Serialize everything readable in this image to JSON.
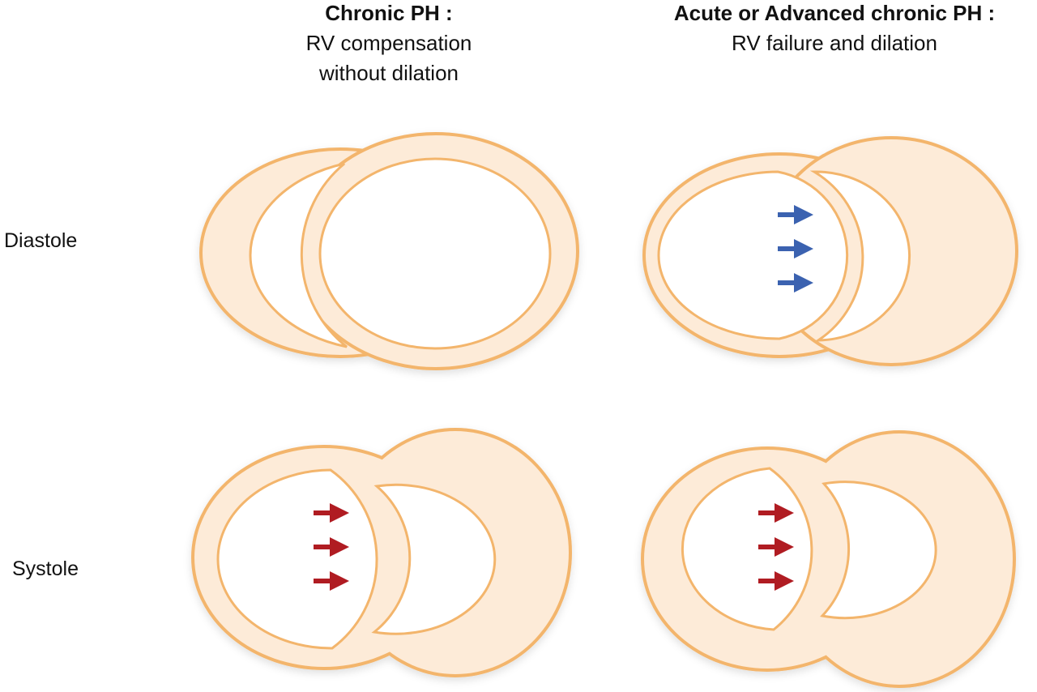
{
  "columns": [
    {
      "heading": "Chronic PH :",
      "subheading_lines": [
        "RV compensation",
        "without dilation"
      ]
    },
    {
      "heading": "Acute or Advanced chronic PH :",
      "subheading_lines": [
        "RV failure and dilation"
      ]
    }
  ],
  "rows": [
    {
      "label": "Diastole"
    },
    {
      "label": "Systole"
    }
  ],
  "colors": {
    "myocardium_fill": "#fdebd8",
    "myocardium_stroke": "#f3b56c",
    "diastole_arrow": "#3b62b0",
    "systole_arrow": "#b01c22"
  }
}
